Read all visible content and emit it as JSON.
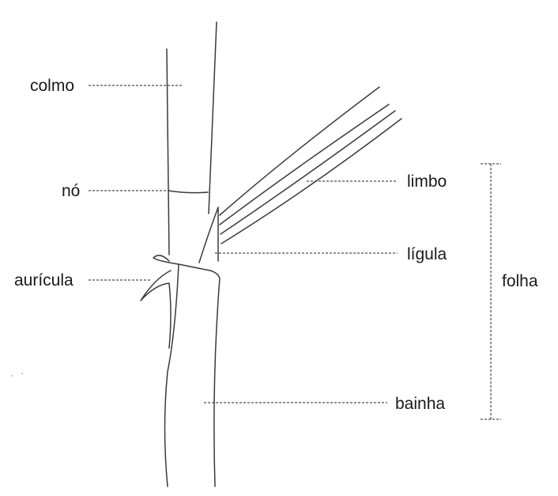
{
  "labels": {
    "colmo": "colmo",
    "no": "nó",
    "auricula": "aurícula",
    "limbo": "limbo",
    "ligula": "lígula",
    "bainha": "bainha",
    "folha": "folha"
  }
}
